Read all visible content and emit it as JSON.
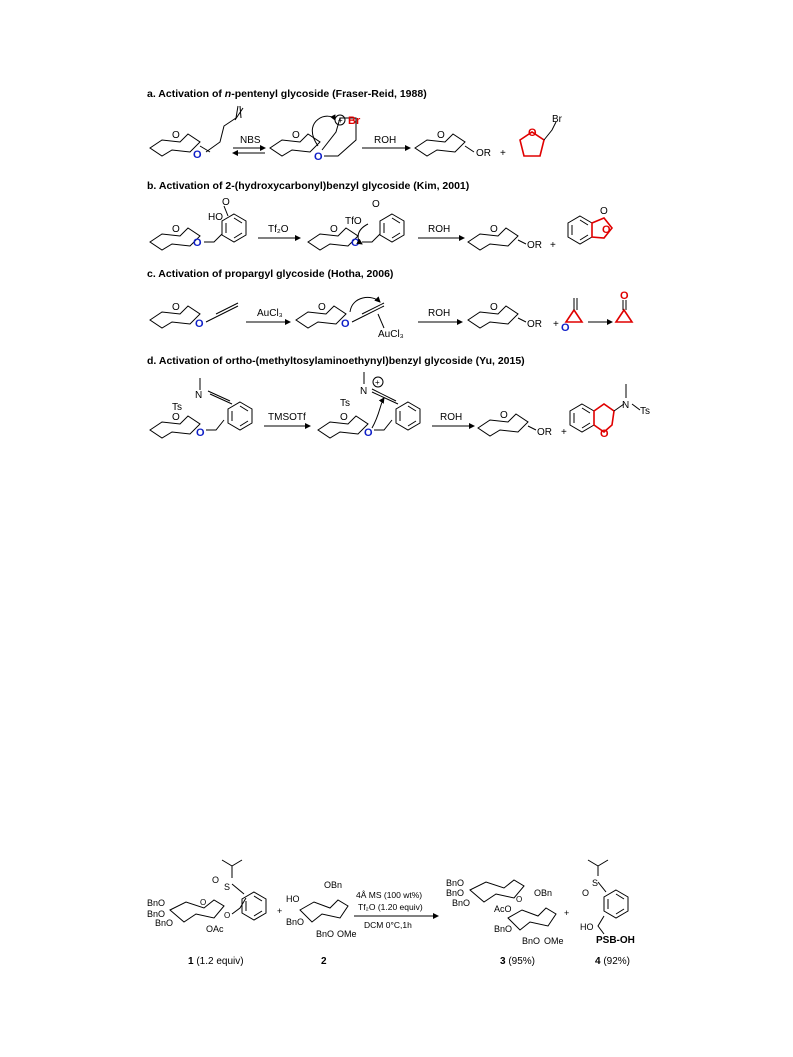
{
  "headings": {
    "a_prefix": "a. Activation of ",
    "a_italic": "n",
    "a_suffix": "-pentenyl glycoside (Fraser-Reid, 1988)",
    "b": "b. Activation of 2-(hydroxycarbonyl)benzyl glycoside (Kim, 2001)",
    "c": "c. Activation of  propargyl glycoside (Hotha, 2006)",
    "d": "d. Activation of ortho-(methyltosylaminoethynyl)benzyl glycoside (Yu, 2015)"
  },
  "reagents": {
    "a1": "NBS",
    "a2": "ROH",
    "br": "Br",
    "br_red": "Br",
    "b1": "Tf₂O",
    "b2": "ROH",
    "ho": "HO",
    "tfo": "TfO",
    "c1": "AuCl₃",
    "c2": "ROH",
    "aucl3": "AuCl₃",
    "d1": "TMSOTf",
    "d2": "ROH",
    "ts": "Ts",
    "ts2": "Ts",
    "ts3": "Ts",
    "n": "N",
    "n2": "N",
    "n3": "N"
  },
  "atoms": {
    "O": "O",
    "OR": "OR",
    "plus": "+",
    "one": "O"
  },
  "bottom": {
    "cond1": "4Å MS (100 wt%)",
    "cond2": "Tf₂O (1.20 equiv)",
    "cond3": "DCM 0°C,1h",
    "psb": "PSB-OH",
    "c1_num": "1",
    "c1_txt": " (1.2 equiv)",
    "c2_num": "2",
    "c3_num": "3",
    "c3_txt": " (95%)",
    "c4_num": "4",
    "c4_txt": " (92%)",
    "bno": "BnO",
    "obn": "OBn",
    "oac": "OAc",
    "aco": "AcO",
    "ome": "OMe",
    "ho": "HO",
    "s": "S",
    "o": "O"
  },
  "colors": {
    "oxygen": "#1020c8",
    "highlight": "#e00000"
  }
}
